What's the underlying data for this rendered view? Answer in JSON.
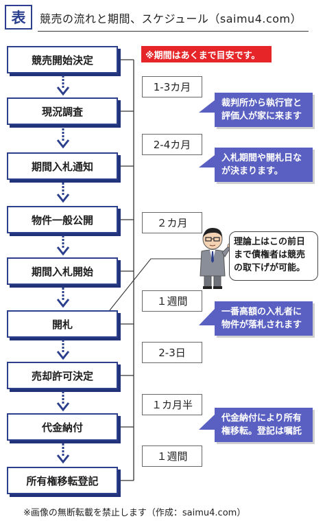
{
  "header": {
    "tag": "表",
    "title": "競売の流れと期間、スケジュール（saimu4.com）"
  },
  "notice": "※期間はあくまで目安です。",
  "steps": [
    "競売開始決定",
    "現況調査",
    "期間入札通知",
    "物件一般公開",
    "期間入札開始",
    "開札",
    "売却許可決定",
    "代金納付",
    "所有権移転登記"
  ],
  "durations": [
    "1-3カ月",
    "2-4カ月",
    "２カ月",
    "１週間",
    "2-3日",
    "１カ月半",
    "１週間"
  ],
  "callouts": [
    "裁判所から執行官と評価人が家に来ます",
    "入札期間や開札日なが決まります。",
    "一番高額の入札者に物件が落札されます",
    "代金納付により所有権移転。登記は嘱託"
  ],
  "speech": "理論上はこの前日まで債権者は競売の取下げが可能。",
  "footer": "※画像の無断転載を禁止します（作成：saimu4.com）",
  "icons": {
    "character": "businessman-icon",
    "arrow": "dashed-down-arrow-icon"
  },
  "colors": {
    "step_border": "#2c3f8c",
    "callout": "#5a60c1",
    "notice": "#e52528"
  }
}
